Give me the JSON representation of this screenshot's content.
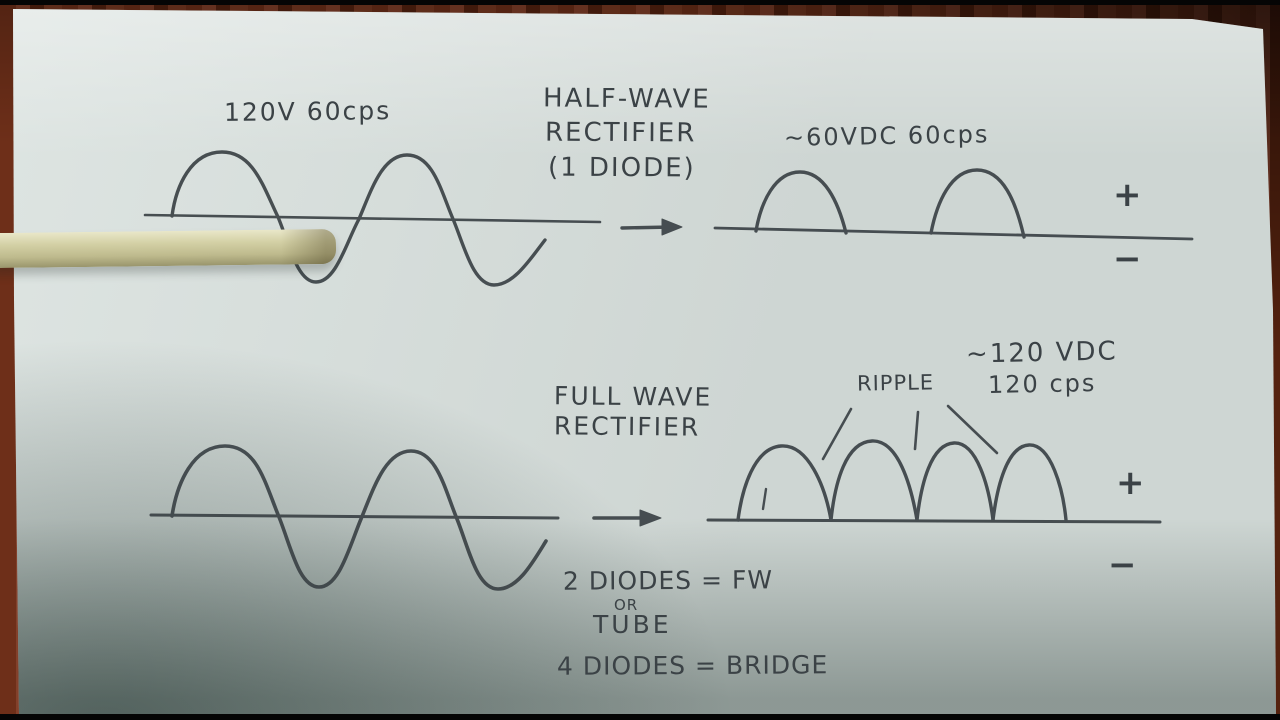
{
  "top_diagram": {
    "input_label": "120V 60cps",
    "title_line1": "HALF-WAVE",
    "title_line2": "RECTIFIER",
    "title_line3": "(1 DIODE)",
    "output_label": "~60VDC 60cps",
    "plus": "+",
    "minus": "−"
  },
  "bottom_diagram": {
    "title_line1": "FULL WAVE",
    "title_line2": "RECTIFIER",
    "ripple_label": "RIPPLE",
    "output_label_line1": "~120 VDC",
    "output_label_line2": "120 cps",
    "plus": "+",
    "minus": "−"
  },
  "notes": {
    "line1": "2 DIODES = FW",
    "line2": "OR",
    "line3": "TUBE",
    "line4": "4 DIODES = BRIDGE"
  },
  "icons": {
    "top_arrow": "right-arrow",
    "bottom_arrow": "right-arrow"
  },
  "colors": {
    "ink": "#3b4246",
    "paper": "#d9e1de",
    "wood": "#6e2f19",
    "pointer_stick": "#d3d0a5"
  }
}
